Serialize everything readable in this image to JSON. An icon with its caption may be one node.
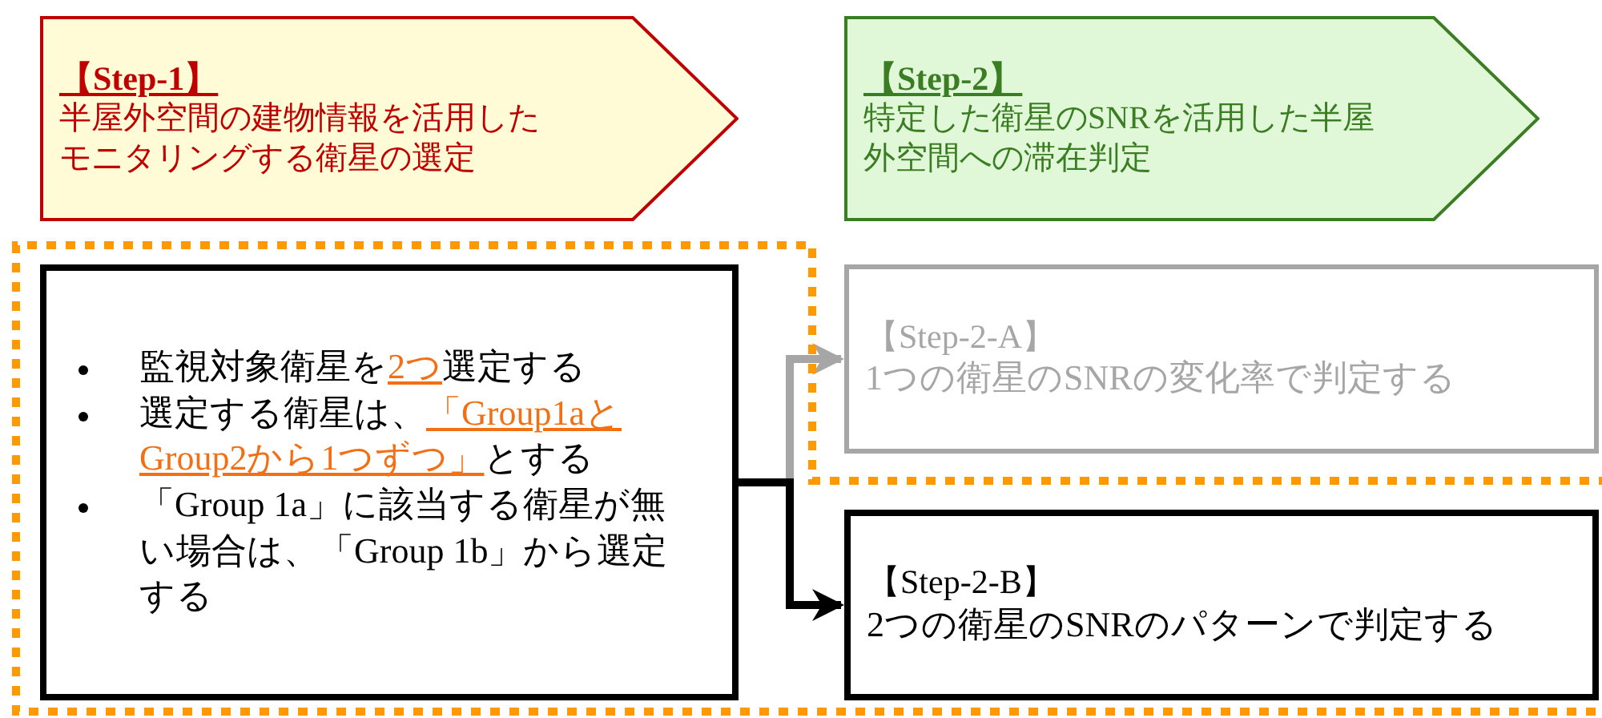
{
  "diagram": {
    "nodes": [
      {
        "text": [
          "【Step-1】",
          "半屋外空間の建物情報を活用したモニタリングする衛星の選定"
        ]
      },
      {
        "text": [
          "【Step-2】",
          "特定した衛星のSNRを活用した半屋外空間への滞在判定"
        ]
      },
      {
        "text": [
          "監視対象衛星を**2つ**選定する",
          "選定する衛星は、**「Group1aとGroup2から1つずつ」**とする",
          "「Group 1a」に該当する衛星が無い場合は、「Group 1b」から選定する"
        ]
      },
      {
        "text": [
          "【Step-2-A】",
          "1つの衛星のSNRの変化率で判定する"
        ]
      },
      {
        "text": [
          "【Step-2-B】",
          "2つの衛星のSNRのパターンで判定する"
        ]
      }
    ],
    "edges": [
      {
        "from": 2,
        "to": 3,
        "arrow": "to",
        "color": "#a6a6a6"
      },
      {
        "from": 2,
        "to": 4,
        "arrow": "to",
        "color": "#000000"
      }
    ]
  }
}
